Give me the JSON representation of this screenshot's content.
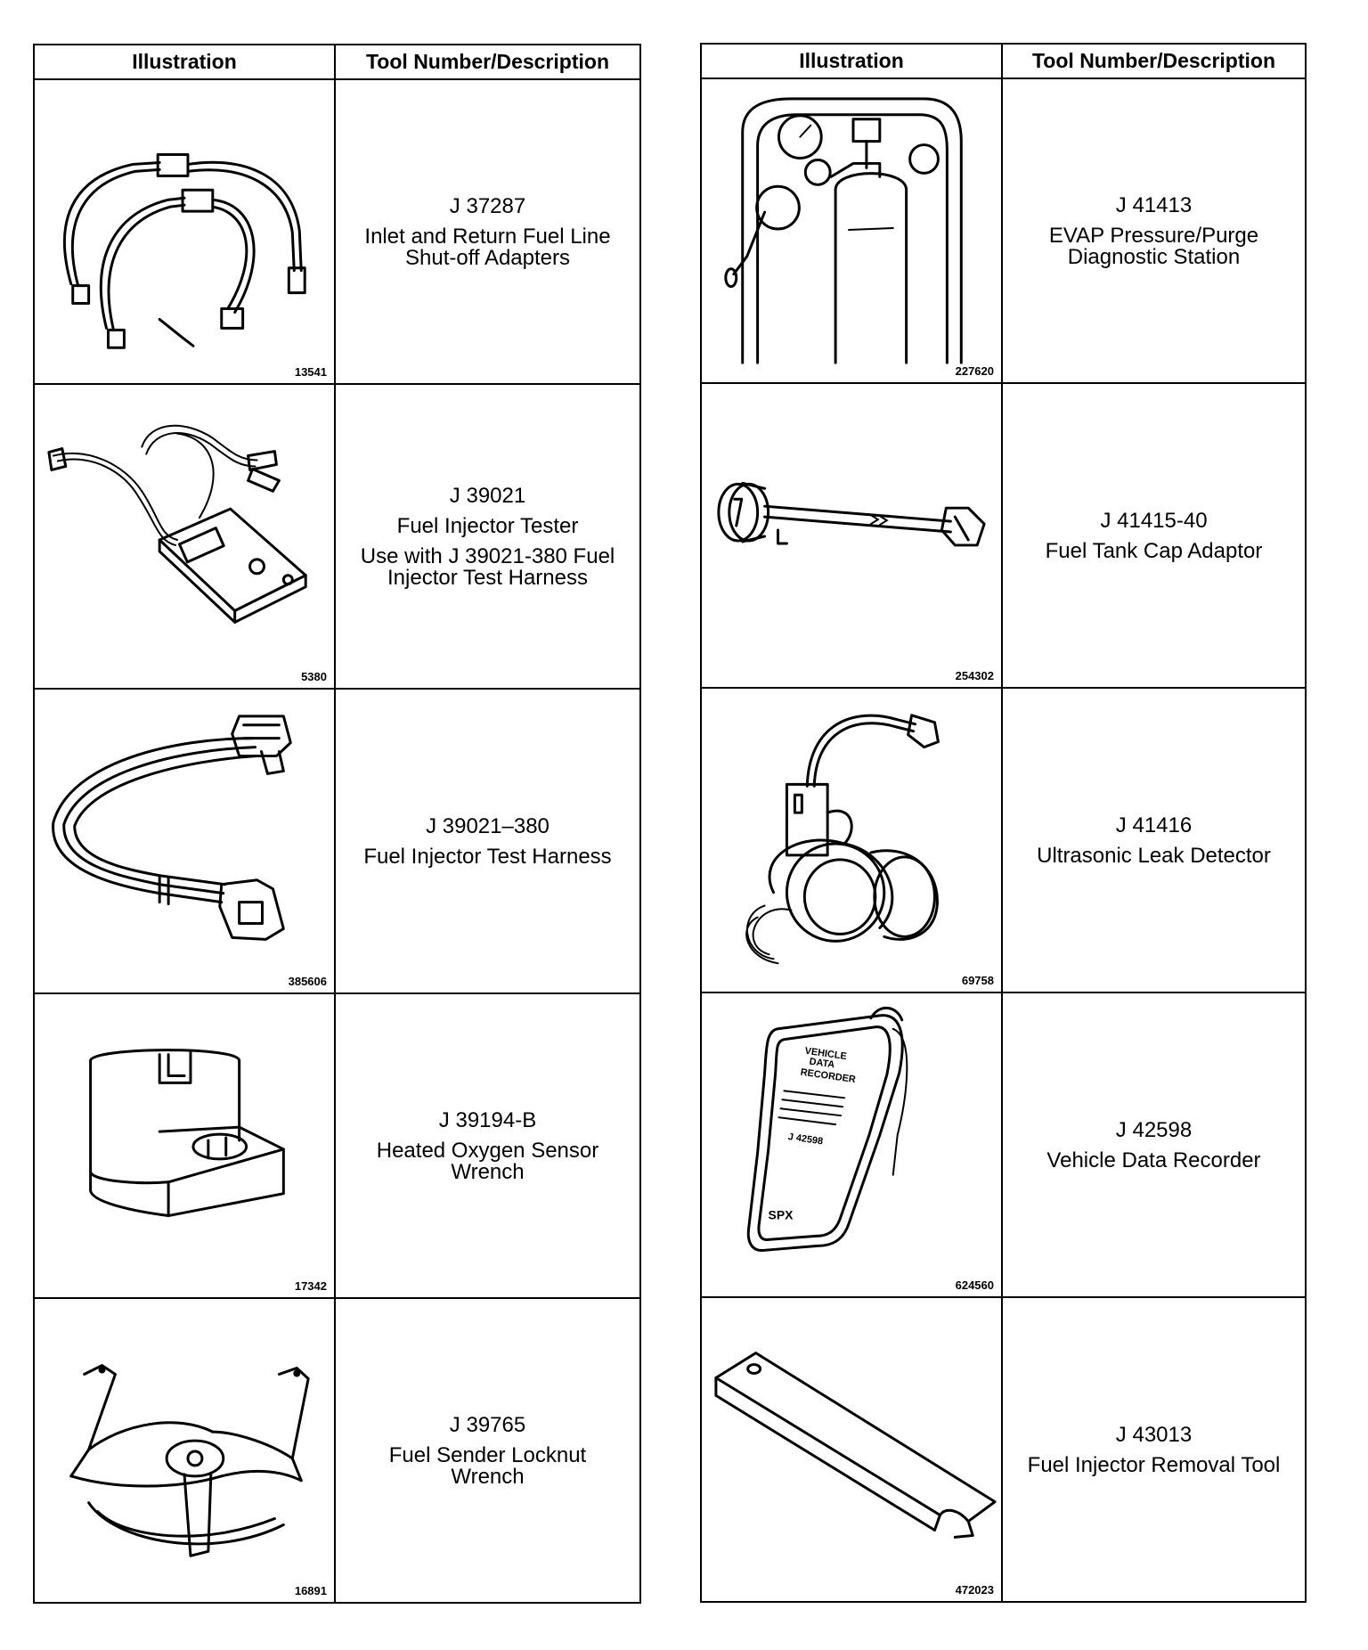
{
  "headers": {
    "illustration": "Illustration",
    "tool": "Tool Number/Description"
  },
  "left": [
    {
      "figure": "13541",
      "number": "J 37287",
      "lines": [
        "Inlet and Return Fuel Line",
        "Shut-off Adapters"
      ],
      "icon": "fuel-line-adapters-icon"
    },
    {
      "figure": "5380",
      "number": "J 39021",
      "lines": [
        "Fuel Injector Tester"
      ],
      "extra": [
        "Use with J 39021-380 Fuel",
        "Injector Test Harness"
      ],
      "icon": "fuel-injector-tester-icon"
    },
    {
      "figure": "385606",
      "number": "J 39021–380",
      "lines": [
        "Fuel Injector Test Harness"
      ],
      "icon": "test-harness-icon"
    },
    {
      "figure": "17342",
      "number": "J 39194-B",
      "lines": [
        "Heated Oxygen Sensor",
        "Wrench"
      ],
      "icon": "oxygen-sensor-wrench-icon"
    },
    {
      "figure": "16891",
      "number": "J 39765",
      "lines": [
        "Fuel Sender Locknut",
        "Wrench"
      ],
      "icon": "locknut-wrench-icon"
    }
  ],
  "right": [
    {
      "figure": "227620",
      "number": "J 41413",
      "lines": [
        "EVAP Pressure/Purge",
        "Diagnostic Station"
      ],
      "icon": "evap-station-icon"
    },
    {
      "figure": "254302",
      "number": "J 41415-40",
      "lines": [
        "Fuel Tank Cap Adaptor"
      ],
      "icon": "tank-cap-adaptor-icon"
    },
    {
      "figure": "69758",
      "number": "J 41416",
      "lines": [
        "Ultrasonic Leak Detector"
      ],
      "icon": "leak-detector-icon"
    },
    {
      "figure": "624560",
      "number": "J 42598",
      "lines": [
        "Vehicle Data Recorder"
      ],
      "icon": "data-recorder-icon",
      "device_text": [
        "VEHICLE",
        "DATA",
        "RECORDER",
        "J 42598",
        "SPX"
      ]
    },
    {
      "figure": "472023",
      "number": "J 43013",
      "lines": [
        "Fuel Injector Removal Tool"
      ],
      "icon": "injector-removal-tool-icon"
    }
  ]
}
